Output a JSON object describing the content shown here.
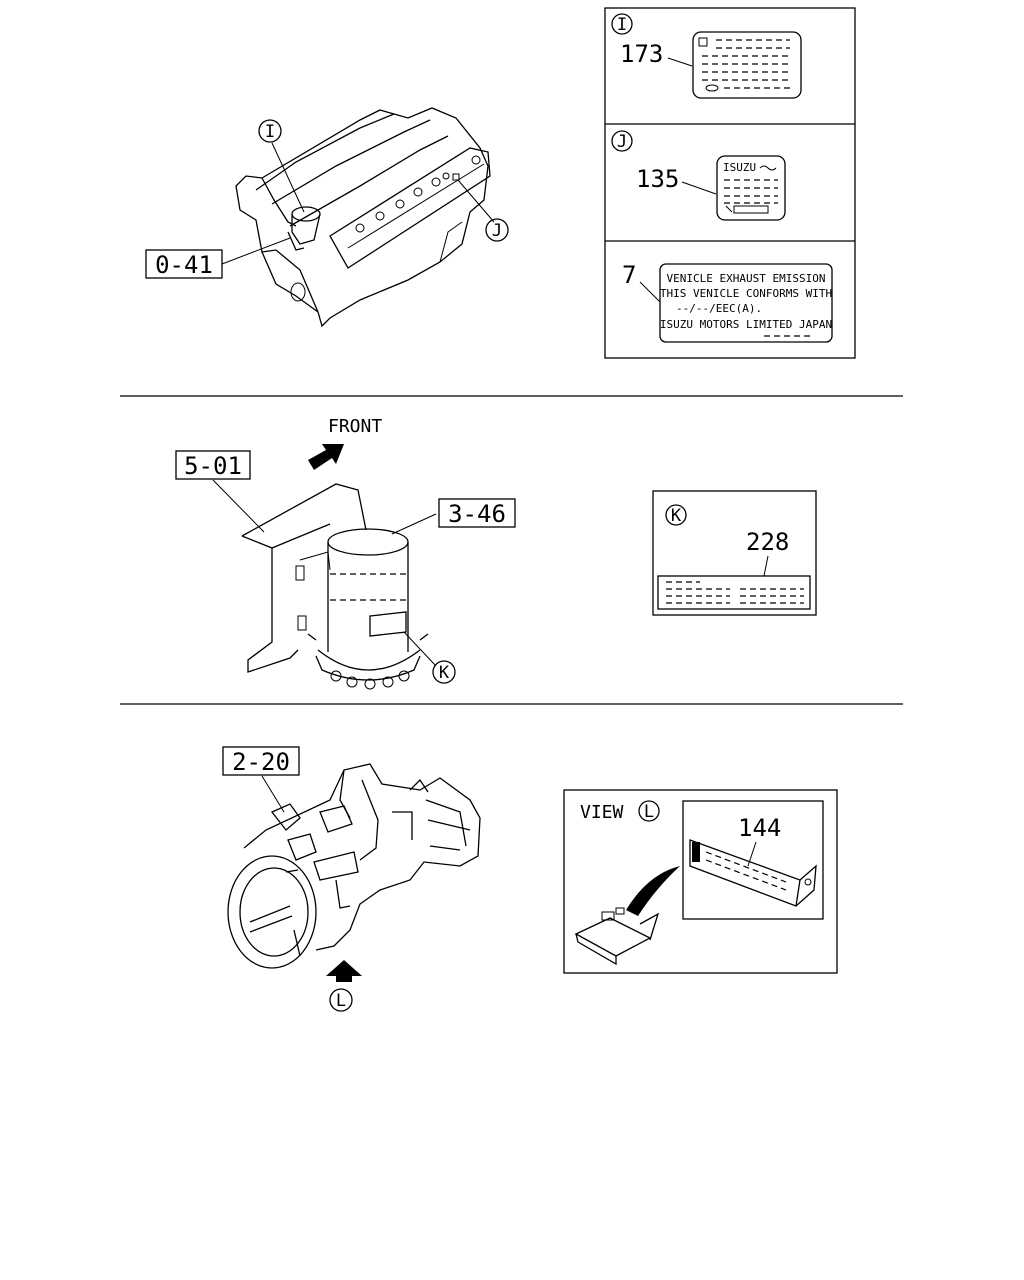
{
  "section1": {
    "refs": {
      "engine": "0-41"
    },
    "markers": {
      "i": "I",
      "j": "J"
    },
    "label_i": {
      "marker": "I",
      "part": "173"
    },
    "label_j": {
      "marker": "J",
      "part": "135",
      "brand": "ISUZU"
    },
    "label_7": {
      "part": "7",
      "lines": [
        "VENICLE EXHAUST EMISSION",
        "THIS VENICLE CONFORMS WITH",
        "--/--/EEC(A).",
        "ISUZU MOTORS LIMITED JAPAN"
      ]
    }
  },
  "section2": {
    "direction": "FRONT",
    "refs": {
      "frame": "5-01",
      "filter": "3-46"
    },
    "marker_k": "K",
    "label_k": {
      "marker": "K",
      "part": "228"
    }
  },
  "section3": {
    "refs": {
      "transmission": "2-20"
    },
    "marker_l": "L",
    "view": {
      "text": "VIEW",
      "marker": "L",
      "part": "144"
    }
  }
}
